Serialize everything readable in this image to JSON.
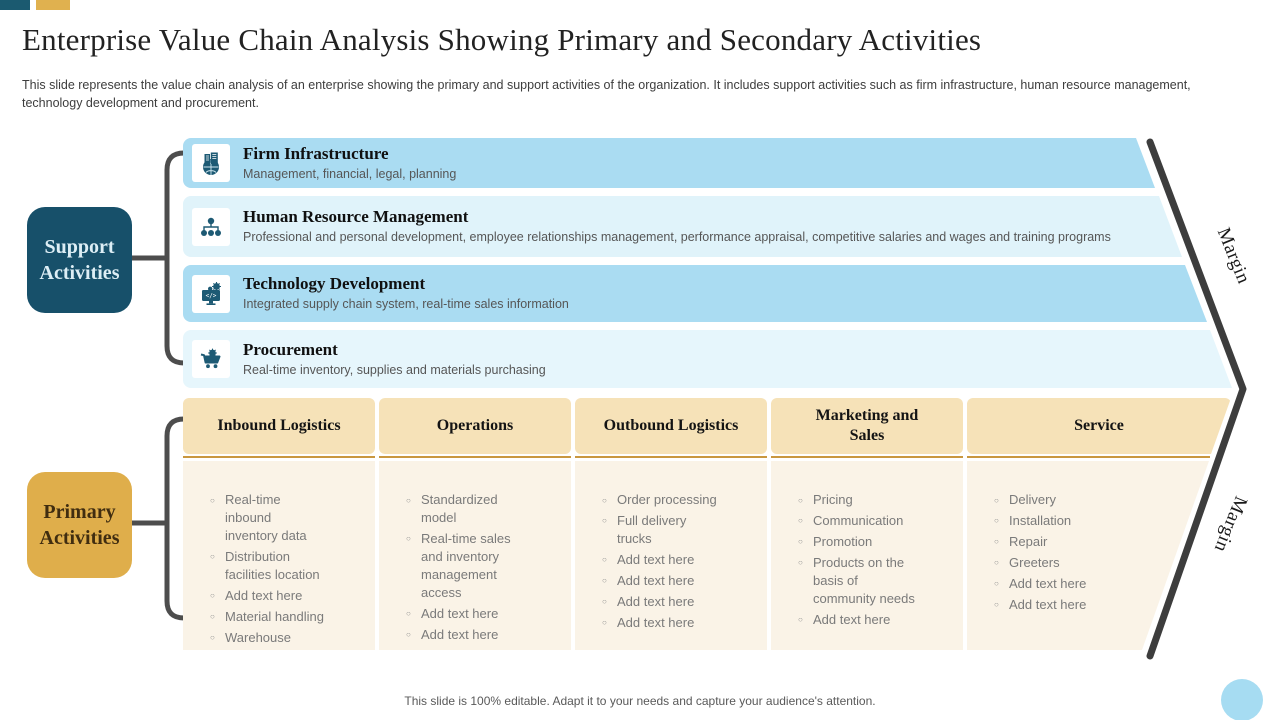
{
  "slide": {
    "title": "Enterprise Value Chain Analysis Showing Primary and Secondary Activities",
    "subtitle": "This slide represents the value chain analysis of an enterprise showing the primary and support activities of the organization. It includes support activities such as firm infrastructure, human resource management, technology development and procurement.",
    "footer": "This slide is 100% editable. Adapt it to your needs and capture your audience's attention."
  },
  "support": {
    "label": "Support Activities",
    "items": [
      {
        "title": "Firm Infrastructure",
        "desc": "Management, financial, legal, planning",
        "icon": "buildings-globe-icon"
      },
      {
        "title": "Human Resource Management",
        "desc": "Professional and personal development, employee relationships management, performance appraisal, competitive salaries and wages and training programs",
        "icon": "org-chart-icon"
      },
      {
        "title": "Technology Development",
        "desc": "Integrated supply chain system, real-time sales information",
        "icon": "monitor-gear-icon"
      },
      {
        "title": "Procurement",
        "desc": "Real-time inventory, supplies and materials purchasing",
        "icon": "shopping-cart-icon"
      }
    ]
  },
  "primary": {
    "label": "Primary Activities",
    "columns": [
      {
        "header": "Inbound Logistics",
        "items": [
          "Real-time inbound inventory data",
          "Distribution facilities location",
          "Add text here",
          "Material handling",
          "Warehouse"
        ]
      },
      {
        "header": "Operations",
        "items": [
          "Standardized model",
          "Real-time sales and inventory management access",
          "Add text here",
          "Add text here"
        ]
      },
      {
        "header": "Outbound Logistics",
        "items": [
          "Order processing",
          "Full delivery trucks",
          "Add text here",
          "Add text here",
          "Add text here",
          "Add text here"
        ]
      },
      {
        "header": "Marketing and Sales",
        "items": [
          "Pricing",
          "Communication",
          "Promotion",
          "Products on the basis of community needs",
          "Add text here"
        ]
      },
      {
        "header": "Service",
        "items": [
          "Delivery",
          "Installation",
          "Repair",
          "Greeters",
          "Add text here",
          "Add text here"
        ]
      }
    ]
  },
  "margin": {
    "top": "Margin",
    "bottom": "Margin"
  },
  "colors": {
    "dark_teal": "#17506a",
    "gold": "#dfae4b",
    "bar_blue": "#aadcf2",
    "bar_blue_light": "#e0f3fa",
    "header_tan": "#f6e2b8",
    "body_cream": "#faf3e7",
    "underline_gold": "#c9973f",
    "chevron_gray": "#3d3d3d",
    "circle_blue": "#a6dcf2",
    "icon_teal": "#1d5a74"
  }
}
